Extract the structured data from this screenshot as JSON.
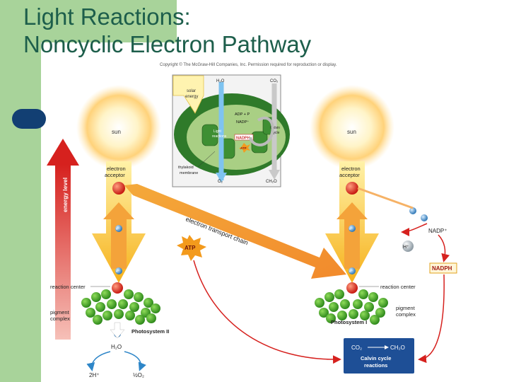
{
  "title": {
    "line1": "Light Reactions:",
    "line2": "Noncyclic Electron Pathway"
  },
  "copyright": "Copyright © The McGraw-Hill Companies, Inc. Permission required for reproduction or display.",
  "inset": {
    "solar_energy": [
      "solar",
      "energy"
    ],
    "h2o": "H₂O",
    "co2": "CO₂",
    "atp_p": "ADP + P",
    "nadp": "NADP⁺",
    "light_reactions": [
      "Light",
      "reactions"
    ],
    "nadph": "NADPH",
    "atp": "ATP",
    "calvin": [
      "Calvin",
      "cycle"
    ],
    "thylakoid": [
      "thylakoid",
      "membrane"
    ],
    "o2": "O₂",
    "ch2o": "CH₂O"
  },
  "labels": {
    "sun_left": "sun",
    "sun_right": "sun",
    "electron_acceptor_left": [
      "electron",
      "acceptor"
    ],
    "electron_acceptor_right": [
      "electron",
      "acceptor"
    ],
    "energy_level": "energy level",
    "electron_transport_chain": "electron transport chain",
    "atp": "ATP",
    "reaction_center_left": "reaction center",
    "reaction_center_right": "reaction center",
    "pigment_complex_left": [
      "pigment",
      "complex"
    ],
    "pigment_complex_right": [
      "pigment",
      "complex"
    ],
    "photosystem_ii": "Photosystem II",
    "photosystem_i": "Photosystem I",
    "water": "H₂O",
    "two_h": "2H⁺",
    "half_o2": "½O₂",
    "electron": "e⁻",
    "nadp_plus": "NADP⁺",
    "h_plus": "H⁺",
    "nadph": "NADPH",
    "calvin_co2": "CO₂",
    "calvin_ch2o": "CH₂O",
    "calvin_reactions": [
      "Calvin cycle",
      "reactions"
    ]
  },
  "colors": {
    "title": "#1d5e4b",
    "band": "#a8d39a",
    "pill": "#123f73",
    "red_arrow": "#d6211e",
    "electron": "#2e77b6",
    "calvin_box": "#1e4f96"
  }
}
